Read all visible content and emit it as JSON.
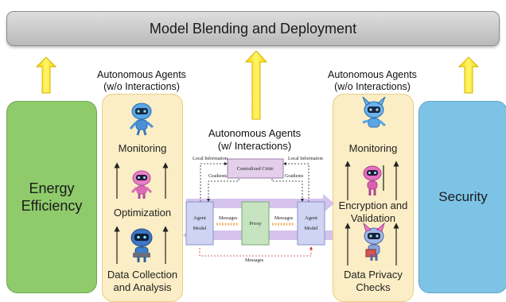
{
  "banner": {
    "title": "Model Blending and Deployment"
  },
  "energy": {
    "line1": "Energy",
    "line2": "Efficiency"
  },
  "security": {
    "label": "Security"
  },
  "left_column": {
    "header_line1": "Autonomous Agents",
    "header_line2": "(w/o Interactions)",
    "stage_monitoring": "Monitoring",
    "stage_optimization": "Optimization",
    "stage_data_line1": "Data Collection",
    "stage_data_line2": "and Analysis"
  },
  "right_column": {
    "header_line1": "Autonomous Agents",
    "header_line2": "(w/o Interactions)",
    "stage_monitoring": "Monitoring",
    "stage_encrypt_line1": "Encryption and",
    "stage_encrypt_line2": "Validation",
    "stage_privacy_line1": "Data Privacy",
    "stage_privacy_line2": "Checks"
  },
  "middle": {
    "header_line1": "Autonomous Agents",
    "header_line2": "(w/ Interactions)",
    "critic": "Centralized Critic",
    "local_info_left": "Local Information",
    "local_info_right": "Local Information",
    "gradients_left": "Gradients",
    "gradients_right": "Gradients",
    "agent_left_line1": "Agent",
    "agent_left_line2": "Model",
    "agent_right_line1": "Agent",
    "agent_right_line2": "Model",
    "proxy": "Proxy",
    "messages_left": "Messages",
    "messages_right": "Messages",
    "messages_bottom": "Messages"
  },
  "colors": {
    "banner": "#c8c8c8",
    "energy": "#8fcb6b",
    "security": "#7dc3e6",
    "agent_column": "#fbedc5",
    "up_arrow": "#ffee33",
    "critic_box": "#e3cfe9",
    "agent_box": "#cfd4f2",
    "proxy_box": "#c7e4c0"
  },
  "icons": {
    "left": [
      "robot-mascot-icon",
      "robot-mascot-icon",
      "robot-mascot-icon"
    ],
    "right": [
      "robot-mascot-icon",
      "robot-mascot-icon",
      "robot-mascot-icon"
    ]
  }
}
